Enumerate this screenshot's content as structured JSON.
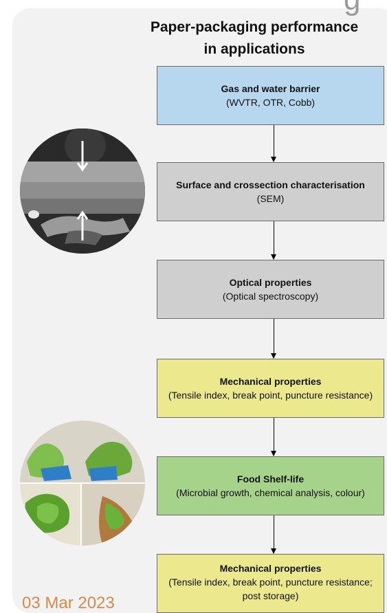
{
  "title_line1": "Paper-packaging performance",
  "title_line2": "in applications",
  "steps": [
    {
      "head": "Gas and water barrier",
      "sub": "(WVTR, OTR, Cobb)",
      "color": "#b6d7ee"
    },
    {
      "head": "Surface and crossection characterisation",
      "sub": "(SEM)",
      "color": "#cfcfcf"
    },
    {
      "head": "Optical properties",
      "sub": "(Optical spectroscopy)",
      "color": "#cfcfcf"
    },
    {
      "head": "Mechanical properties",
      "sub": "(Tensile index, break point, puncture resistance)",
      "color": "#ebe88e"
    },
    {
      "head": "Food Shelf-life",
      "sub": "(Microbial growth, chemical analysis, colour)",
      "color": "#a6d38a"
    },
    {
      "head": "Mechanical properties",
      "sub": "(Tensile index, break point, puncture resistance; post storage)",
      "color": "#ebe88e"
    }
  ],
  "images": {
    "sem": "sem-crosssection-photo",
    "lettuce": "lettuce-packaging-photo"
  },
  "footer_date": "03 Mar 2023"
}
